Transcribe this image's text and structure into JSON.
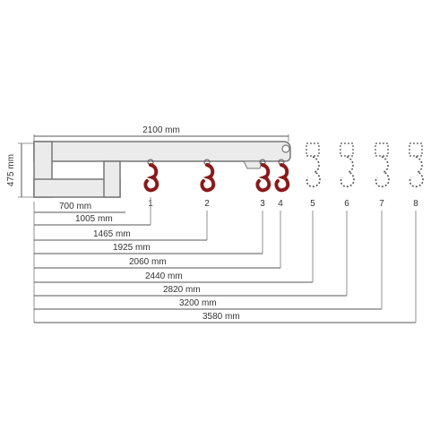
{
  "drawing": {
    "total_length_label": "2100 mm",
    "height_label": "475 mm",
    "colors": {
      "beam_fill": "#ebebeb",
      "beam_stroke": "#777777",
      "hook_fill": "#8b1a1a",
      "hook_stroke": "#5a0e0e",
      "dashed_hook": "#555555"
    }
  },
  "positions": [
    {
      "number": "1",
      "distance": "700 mm",
      "type": "hook"
    },
    {
      "number": "2",
      "distance": "1005 mm",
      "type": "hook"
    },
    {
      "number": "3",
      "distance": "1465 mm",
      "type": "hook"
    },
    {
      "number": "4",
      "distance": "1925 mm",
      "type": "hook"
    },
    {
      "number": "5",
      "distance": "2060 mm",
      "type": "extension"
    },
    {
      "number": "6",
      "distance": "2440 mm",
      "type": "extension"
    },
    {
      "number": "7",
      "distance": "2820 mm",
      "type": "extension"
    },
    {
      "number": "8",
      "distance": "3200 mm",
      "type": "extension"
    }
  ],
  "extra_dimension": "3580 mm"
}
